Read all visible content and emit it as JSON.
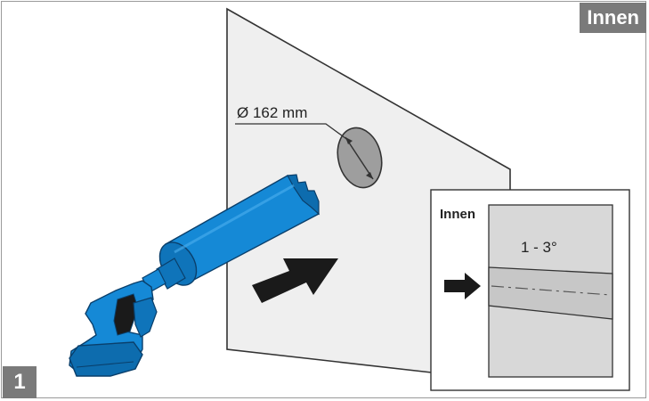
{
  "labels": {
    "side": "Innen",
    "step": "1",
    "diameter": "Ø 162 mm",
    "inset_side": "Innen",
    "angle": "1 - 3°"
  },
  "colors": {
    "drill_blue": "#1589d6",
    "drill_blue_dark": "#0a5f9e",
    "wall": "#efefef",
    "tag_gray": "#7a7a7a",
    "arrow": "#1a1a1a"
  },
  "icons": [
    "arrow-right-icon",
    "core-drill-icon"
  ]
}
